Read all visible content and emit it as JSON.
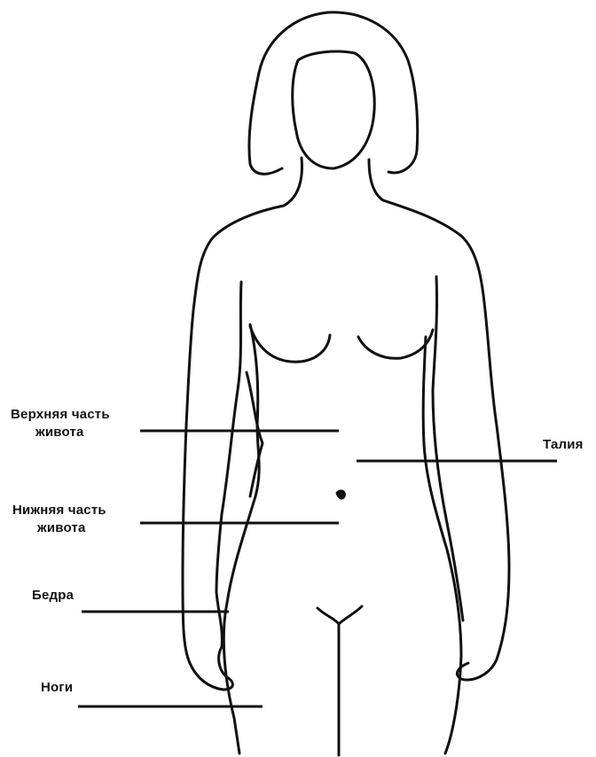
{
  "diagram": {
    "labels": {
      "upper_abdomen": [
        "Верхняя часть",
        "живота"
      ],
      "waist": "Талия",
      "lower_abdomen": [
        "Нижняя часть",
        "живота"
      ],
      "hips": "Бедра",
      "legs": "Ноги"
    },
    "colors": {
      "ink": "#111111",
      "background": "#ffffff"
    }
  }
}
